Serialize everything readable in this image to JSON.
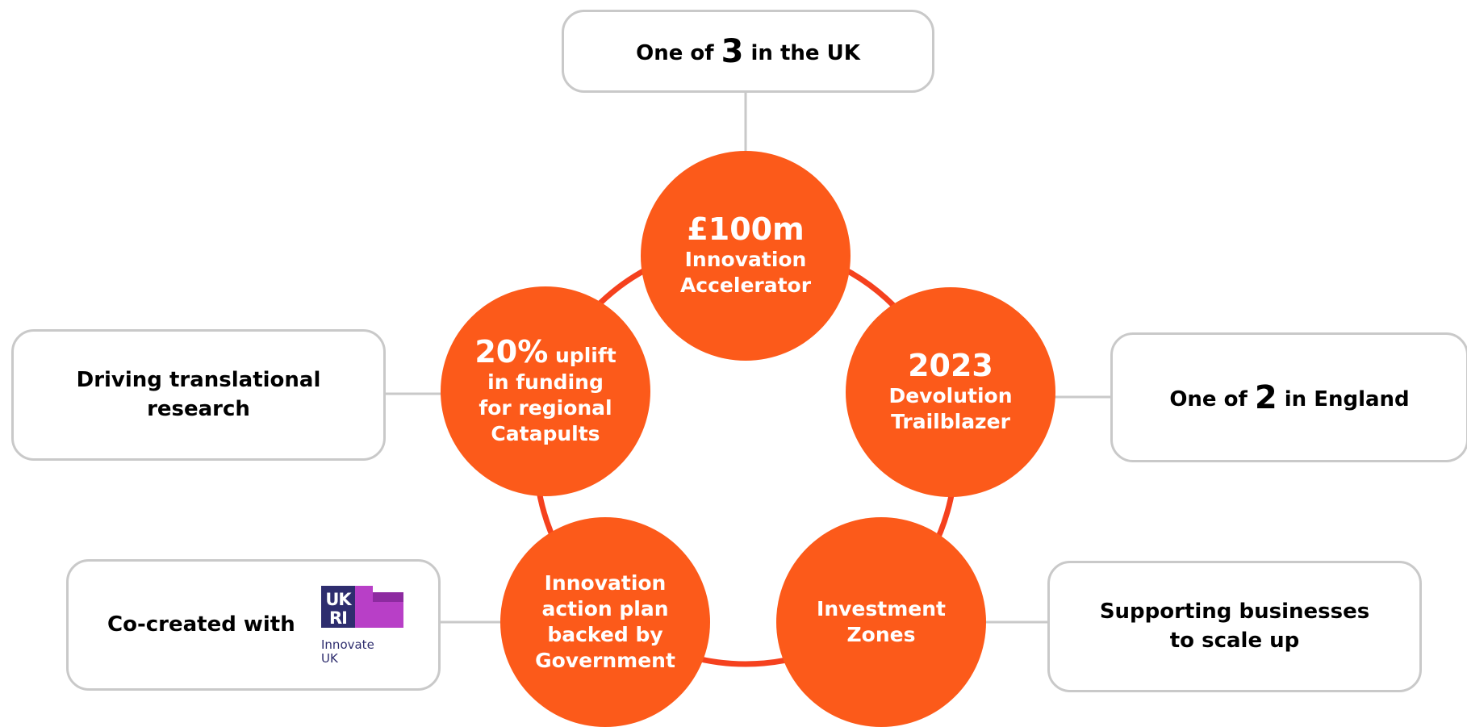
{
  "colors": {
    "accent": "#fc5a1a",
    "ring": "#f5411e",
    "connector": "#c9c9c9",
    "logo_purple": "#b83fc7",
    "logo_navy": "#2e2d6e"
  },
  "circles": {
    "top": {
      "big": "£100m",
      "line1": "Innovation",
      "line2": "Accelerator"
    },
    "right": {
      "big": "2023",
      "line1": "Devolution",
      "line2": "Trailblazer"
    },
    "left": {
      "big": "20%",
      "big_suffix": " uplift",
      "line1": "in funding",
      "line2": "for regional",
      "line3": "Catapults"
    },
    "bottom_left": {
      "line1": "Innovation",
      "line2": "action plan",
      "line3": "backed by",
      "line4": "Government"
    },
    "bottom_right": {
      "line1": "Investment",
      "line2": "Zones"
    }
  },
  "boxes": {
    "top": {
      "prefix": "One of ",
      "number": "3",
      "suffix": " in the UK"
    },
    "right": {
      "prefix": "One of ",
      "number": "2",
      "suffix": " in England"
    },
    "left": {
      "line1": "Driving translational",
      "line2": "research"
    },
    "bottom_left": {
      "text": "Co-created with"
    },
    "bottom_right": {
      "line1": "Supporting businesses",
      "line2": "to scale up"
    }
  },
  "logo": {
    "mark": "UKRI",
    "caption_line1": "Innovate",
    "caption_line2": "UK",
    "icon": "ukri-innovate-uk-logo"
  }
}
